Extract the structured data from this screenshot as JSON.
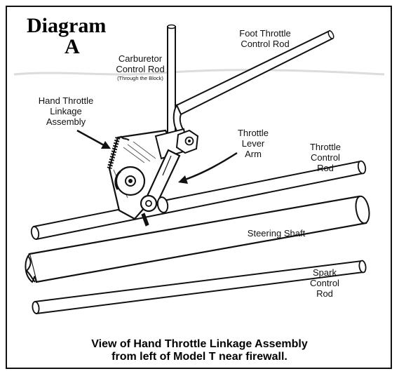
{
  "title": {
    "line1": "Diagram",
    "line2": "A"
  },
  "labels": {
    "foot_throttle": "Foot Throttle\nControl Rod",
    "carburetor": "Carburetor\nControl Rod",
    "carburetor_note": "(Through the Block)",
    "hand_throttle": "Hand Throttle\nLinkage\nAssembly",
    "throttle_lever": "Throttle\nLever\nArm",
    "throttle_control": "Throttle\nControl\nRod",
    "steering_shaft": "Steering Shaft",
    "spark_control": "Spark\nControl\nRod"
  },
  "caption": {
    "line1": "View of Hand Throttle Linkage Assembly",
    "line2": "from left of Model T near firewall."
  },
  "colors": {
    "ink": "#111111",
    "paper": "#ffffff"
  }
}
